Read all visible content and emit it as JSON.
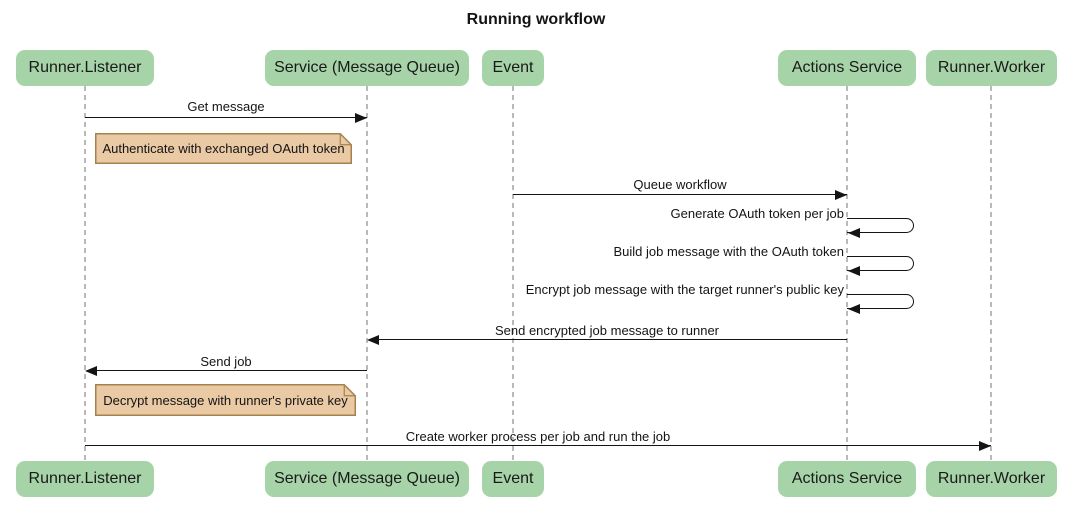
{
  "title": "Running workflow",
  "diagram_type": "sequence",
  "actors": [
    {
      "label": "Runner.Listener"
    },
    {
      "label": "Service (Message Queue)"
    },
    {
      "label": "Event"
    },
    {
      "label": "Actions Service"
    },
    {
      "label": "Runner.Worker"
    }
  ],
  "messages": [
    {
      "type": "solid_arrow",
      "from": "Runner.Listener",
      "to": "Service (Message Queue)",
      "label": "Get message"
    },
    {
      "type": "note",
      "over": "Runner.Listener",
      "label": "Authenticate with exchanged OAuth token"
    },
    {
      "type": "solid_arrow",
      "from": "Event",
      "to": "Actions Service",
      "label": "Queue workflow"
    },
    {
      "type": "self_arrow",
      "actor": "Actions Service",
      "label": "Generate OAuth token per job"
    },
    {
      "type": "self_arrow",
      "actor": "Actions Service",
      "label": "Build job message with the OAuth token"
    },
    {
      "type": "self_arrow",
      "actor": "Actions Service",
      "label": "Encrypt job message with the target runner's public key"
    },
    {
      "type": "solid_arrow",
      "from": "Actions Service",
      "to": "Service (Message Queue)",
      "label": "Send encrypted job message to runner"
    },
    {
      "type": "solid_arrow",
      "from": "Service (Message Queue)",
      "to": "Runner.Listener",
      "label": "Send job"
    },
    {
      "type": "note",
      "over": "Runner.Listener",
      "label": "Decrypt message with runner's private key"
    },
    {
      "type": "solid_arrow",
      "from": "Runner.Listener",
      "to": "Runner.Worker",
      "label": "Create worker process per job and run the job"
    }
  ],
  "colors": {
    "background": "#ffffff",
    "actor_fill": "#a6d4a8",
    "note_fill": "#eac9a5",
    "note_border": "#a5824c",
    "lifeline": "#b9b9b9",
    "arrow": "#141414",
    "text": "#141414"
  }
}
